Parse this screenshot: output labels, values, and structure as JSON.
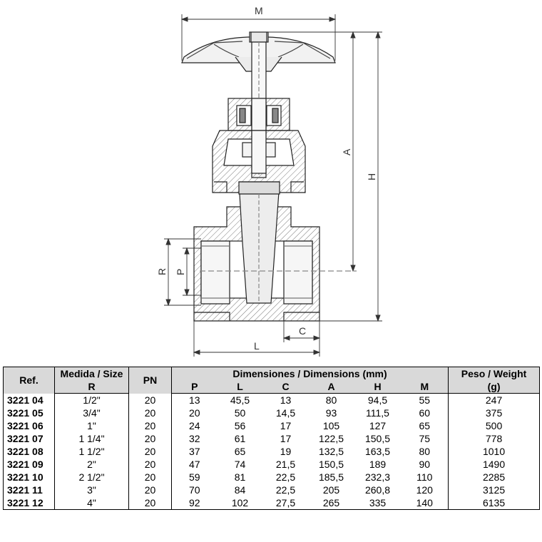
{
  "drawing": {
    "dimension_labels": {
      "M": "M",
      "A": "A",
      "H": "H",
      "R": "R",
      "P": "P",
      "C": "C",
      "L": "L"
    }
  },
  "table": {
    "headers": {
      "ref": "Ref.",
      "size_line1": "Medida / Size",
      "size_line2": "R",
      "pn": "PN",
      "dimensions_group": "Dimensiones / Dimensions (mm)",
      "weight_line1": "Peso / Weight",
      "weight_line2": "(g)",
      "dims": [
        "P",
        "L",
        "C",
        "A",
        "H",
        "M"
      ]
    },
    "rows": [
      {
        "ref": "3221 04",
        "size": "1/2\"",
        "pn": "20",
        "P": "13",
        "L": "45,5",
        "C": "13",
        "A": "80",
        "H": "94,5",
        "M": "55",
        "weight": "247"
      },
      {
        "ref": "3221 05",
        "size": "3/4\"",
        "pn": "20",
        "P": "20",
        "L": "50",
        "C": "14,5",
        "A": "93",
        "H": "111,5",
        "M": "60",
        "weight": "375"
      },
      {
        "ref": "3221 06",
        "size": "1\"",
        "pn": "20",
        "P": "24",
        "L": "56",
        "C": "17",
        "A": "105",
        "H": "127",
        "M": "65",
        "weight": "500"
      },
      {
        "ref": "3221 07",
        "size": "1 1/4\"",
        "pn": "20",
        "P": "32",
        "L": "61",
        "C": "17",
        "A": "122,5",
        "H": "150,5",
        "M": "75",
        "weight": "778"
      },
      {
        "ref": "3221 08",
        "size": "1 1/2\"",
        "pn": "20",
        "P": "37",
        "L": "65",
        "C": "19",
        "A": "132,5",
        "H": "163,5",
        "M": "80",
        "weight": "1010"
      },
      {
        "ref": "3221 09",
        "size": "2\"",
        "pn": "20",
        "P": "47",
        "L": "74",
        "C": "21,5",
        "A": "150,5",
        "H": "189",
        "M": "90",
        "weight": "1490"
      },
      {
        "ref": "3221 10",
        "size": "2 1/2\"",
        "pn": "20",
        "P": "59",
        "L": "81",
        "C": "22,5",
        "A": "185,5",
        "H": "232,3",
        "M": "110",
        "weight": "2285"
      },
      {
        "ref": "3221 11",
        "size": "3\"",
        "pn": "20",
        "P": "70",
        "L": "84",
        "C": "22,5",
        "A": "205",
        "H": "260,8",
        "M": "120",
        "weight": "3125"
      },
      {
        "ref": "3221 12",
        "size": "4\"",
        "pn": "20",
        "P": "92",
        "L": "102",
        "C": "27,5",
        "A": "265",
        "H": "335",
        "M": "140",
        "weight": "6135"
      }
    ]
  }
}
